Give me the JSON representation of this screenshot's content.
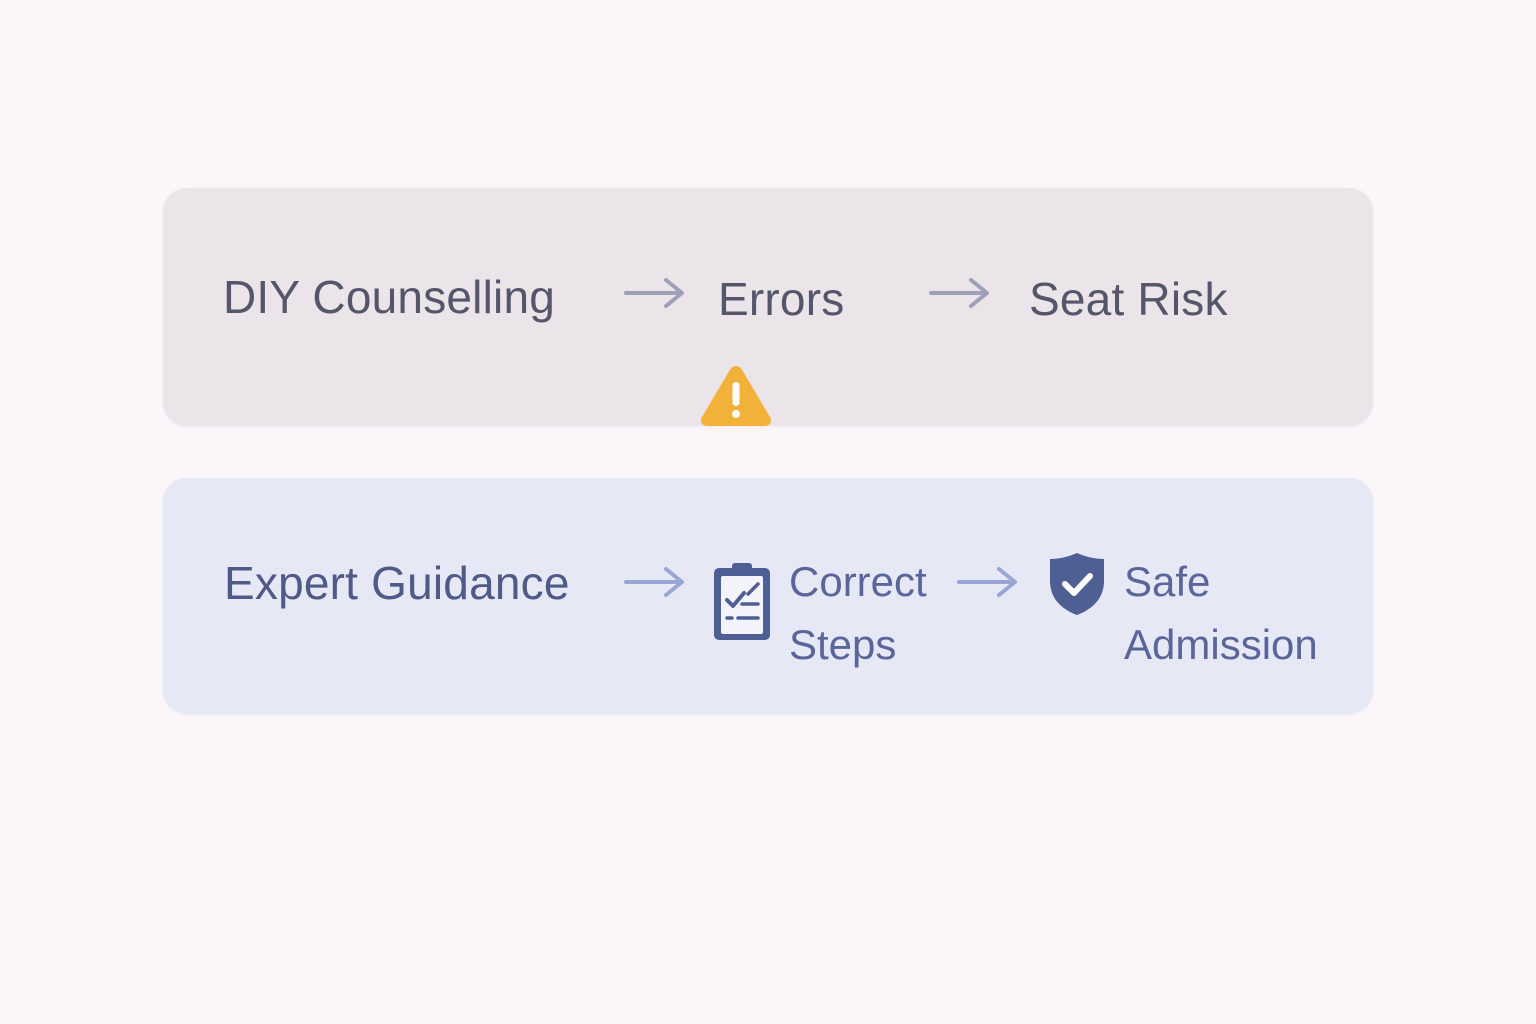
{
  "diy_flow": {
    "step1": "DIY Counselling",
    "step2": "Errors",
    "step3": "Seat Risk",
    "icon": "warning-icon"
  },
  "expert_flow": {
    "step1": "Expert Guidance",
    "step2_line1": "Correct",
    "step2_line2": "Steps",
    "step3_line1": "Safe",
    "step3_line2": "Admission",
    "icons": [
      "clipboard-check-icon",
      "shield-check-icon"
    ]
  },
  "colors": {
    "background": "#faf6fa",
    "diy_panel": "#ebe5ea",
    "expert_panel": "#e6e8f6",
    "diy_text": "#55566a",
    "expert_text": "#4f5a86",
    "arrow_diy": "#9da0b8",
    "arrow_expert": "#9aa5d6",
    "warning": "#f2b23a",
    "accent_blue": "#4f5f93"
  }
}
